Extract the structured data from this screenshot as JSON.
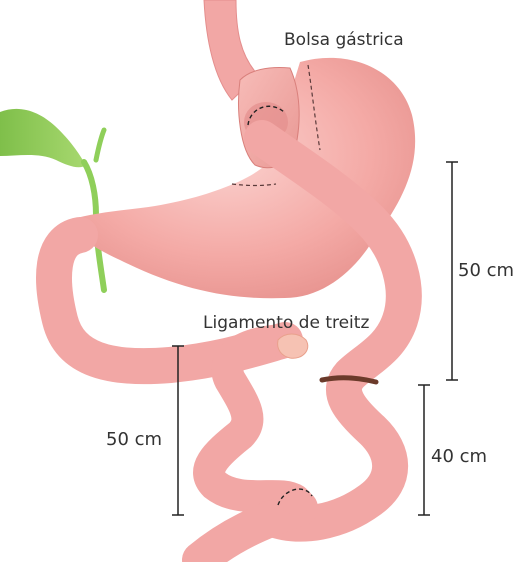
{
  "labels": {
    "pouch": "Bolsa gástrica",
    "ligament": "Ligamento de treitz",
    "alimentary_limb": "50 cm",
    "biliopancreatic_limb": "50 cm",
    "common_channel": "40 cm"
  },
  "colors": {
    "intestine": "#f2a7a5",
    "intestine_edge": "#e48e8d",
    "stomach": "#f4aaa6",
    "gallbladder": "#9fd06a",
    "bile_duct": "#8fcf5a",
    "anastomosis": "#6b3a2a",
    "measure_line": "#222222",
    "text": "#333333"
  }
}
